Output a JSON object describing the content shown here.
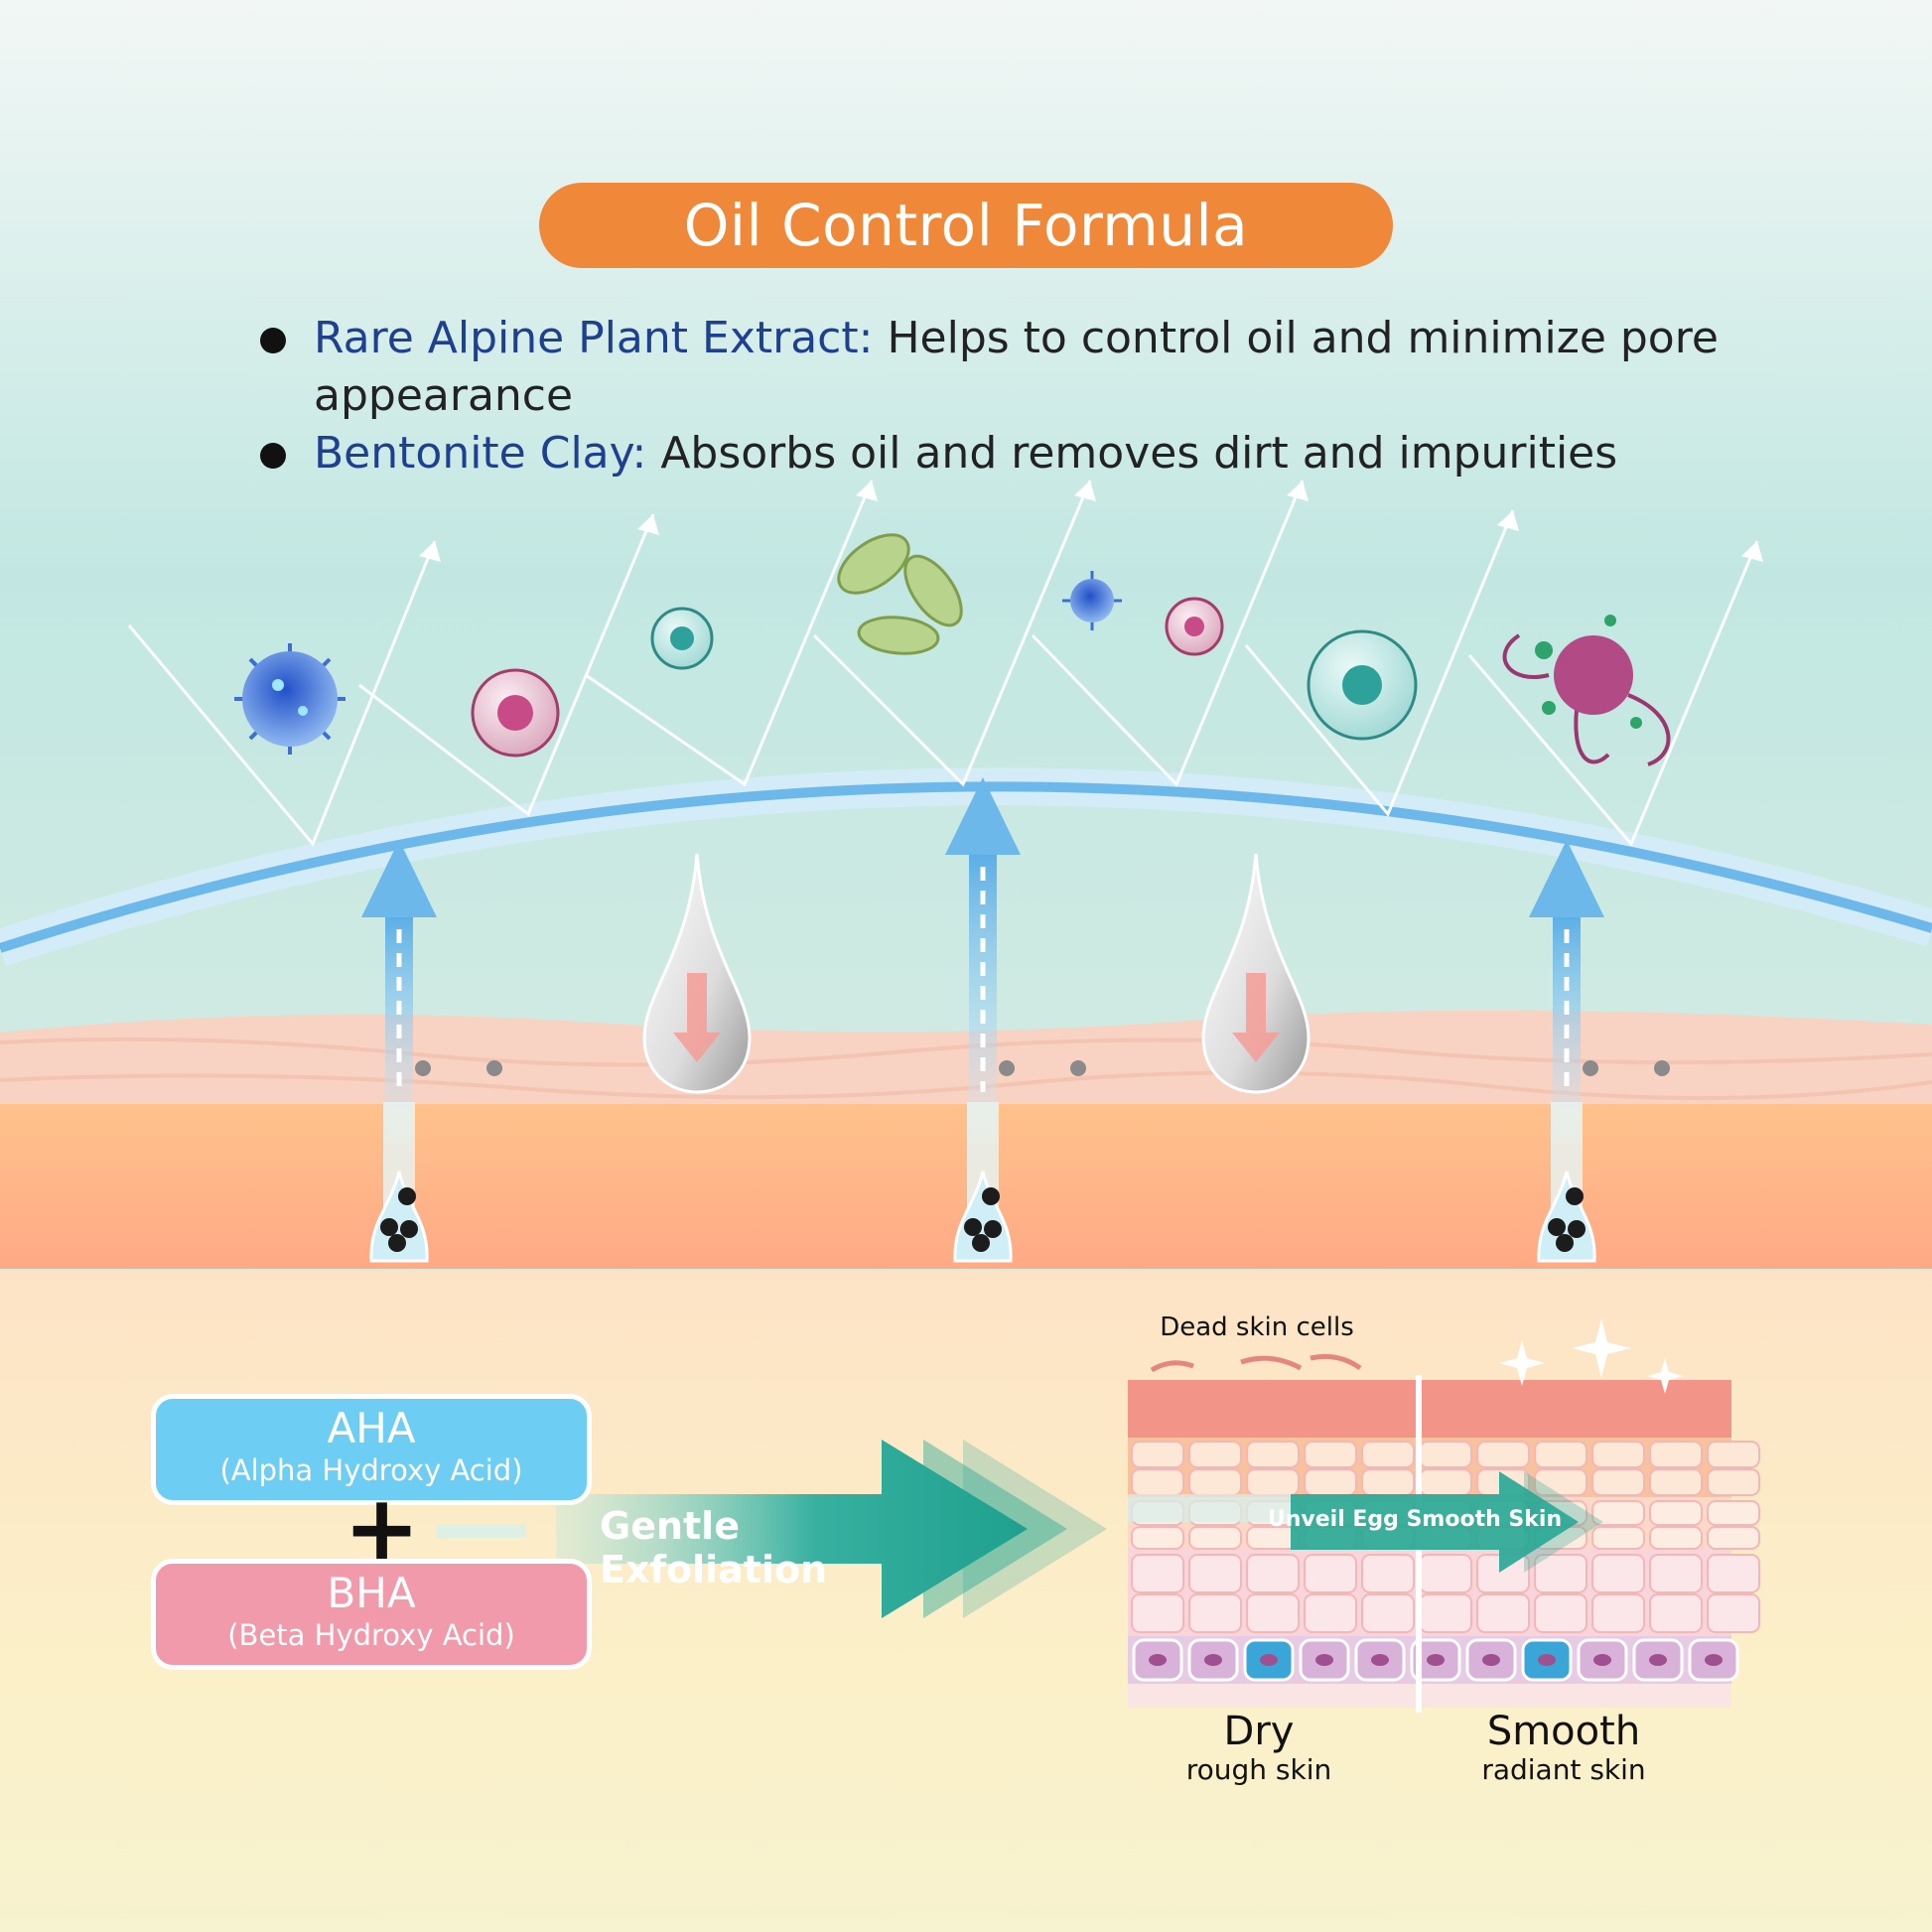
{
  "header": {
    "title": "Oil Control Formula"
  },
  "bullets": [
    {
      "term": "Rare Alpine Plant Extract:",
      "text": "Helps to control oil and minimize pore appearance"
    },
    {
      "term": "Bentonite Clay:",
      "text": "Absorbs oil and removes dirt and impurities"
    }
  ],
  "acids": {
    "aha": {
      "title": "AHA",
      "subtitle": "(Alpha Hydroxy Acid)"
    },
    "plus": "+",
    "bha": {
      "title": "BHA",
      "subtitle": "(Beta Hydroxy Acid)"
    }
  },
  "exfoliation": {
    "label": "Gentle Exfoliation"
  },
  "skin_comparison": {
    "dead_cells_label": "Dead skin cells",
    "arrow_label": "Unveil Egg Smooth Skin",
    "before": {
      "title": "Dry",
      "subtitle": "rough skin"
    },
    "after": {
      "title": "Smooth",
      "subtitle": "radiant skin"
    }
  },
  "colors": {
    "title_pill": "#f0883a",
    "term_text": "#1f3f8f",
    "aha_box": "#6dcdf2",
    "bha_box": "#f09aac",
    "exfoliation_arrow": "#2aa896",
    "shield": "#6cb8ea"
  },
  "icons": [
    "virus-icon",
    "bacteria-icon",
    "microbe-icon",
    "water-drop-icon",
    "sparkle-icon",
    "pore-icon"
  ]
}
